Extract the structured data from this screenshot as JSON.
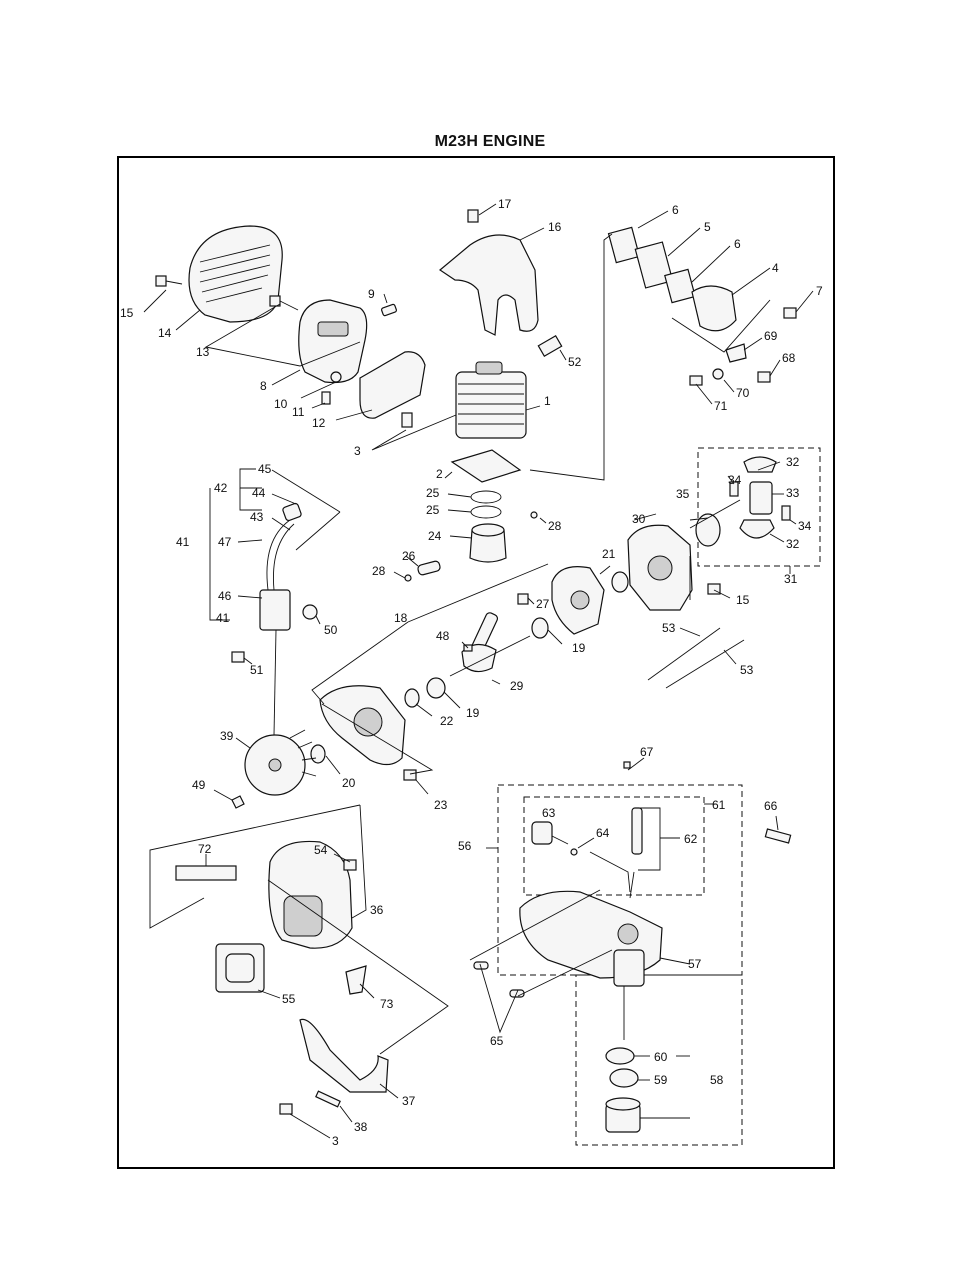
{
  "title": "M23H ENGINE",
  "callouts": {
    "p1": "1",
    "p2": "2",
    "p3a": "3",
    "p3b": "3",
    "p4": "4",
    "p5": "5",
    "p6a": "6",
    "p6b": "6",
    "p7": "7",
    "p8": "8",
    "p9": "9",
    "p10": "10",
    "p11": "11",
    "p12": "12",
    "p13": "13",
    "p14": "14",
    "p15a": "15",
    "p15b": "15",
    "p16": "16",
    "p17": "17",
    "p18": "18",
    "p19a": "19",
    "p19b": "19",
    "p20": "20",
    "p21": "21",
    "p22": "22",
    "p23": "23",
    "p24": "24",
    "p25a": "25",
    "p25b": "25",
    "p26": "26",
    "p27": "27",
    "p28a": "28",
    "p28b": "28",
    "p29": "29",
    "p30": "30",
    "p31": "31",
    "p32a": "32",
    "p32b": "32",
    "p33": "33",
    "p34a": "34",
    "p34b": "34",
    "p35": "35",
    "p36": "36",
    "p37": "37",
    "p38": "38",
    "p39": "39",
    "p41a": "41",
    "p41b": "41",
    "p42": "42",
    "p43": "43",
    "p44": "44",
    "p45": "45",
    "p46": "46",
    "p47": "47",
    "p48": "48",
    "p49": "49",
    "p50": "50",
    "p51": "51",
    "p52": "52",
    "p53a": "53",
    "p53b": "53",
    "p54": "54",
    "p55": "55",
    "p56": "56",
    "p57": "57",
    "p58": "58",
    "p59": "59",
    "p60": "60",
    "p61": "61",
    "p62": "62",
    "p63": "63",
    "p64": "64",
    "p65": "65",
    "p66": "66",
    "p67": "67",
    "p68": "68",
    "p69": "69",
    "p70": "70",
    "p71": "71",
    "p72": "72",
    "p73": "73"
  }
}
